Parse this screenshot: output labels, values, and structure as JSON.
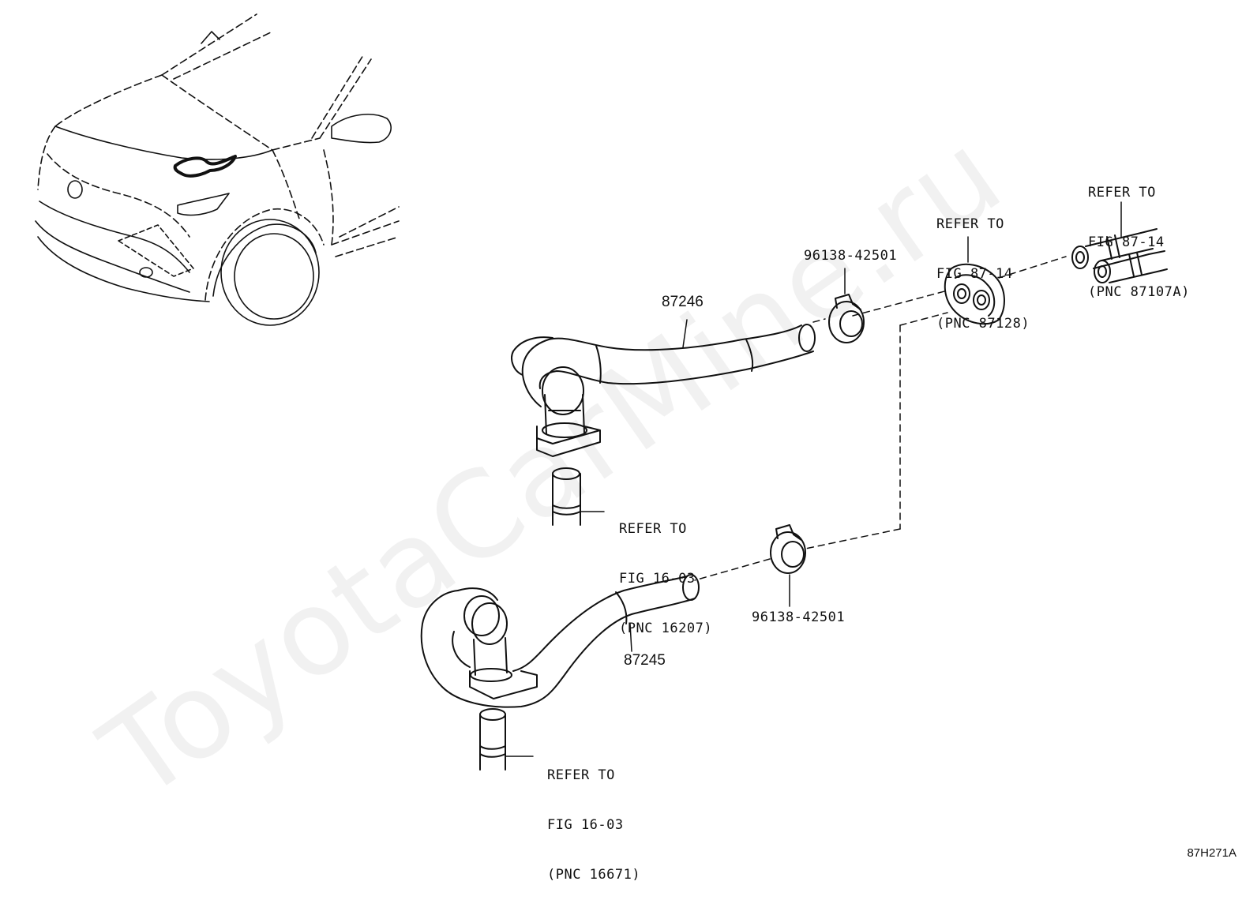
{
  "watermark": "ToyotaCarMine.ru",
  "figure_code": "87H271A",
  "part_numbers": {
    "hose_upper": "87246",
    "hose_lower": "87245",
    "clip_upper": "96138-42501",
    "clip_lower": "96138-42501"
  },
  "references": {
    "ref_87107a": {
      "line1": "REFER TO",
      "line2": "FIG 87-14",
      "line3": "(PNC 87107A)"
    },
    "ref_87128": {
      "line1": "REFER TO",
      "line2": "FIG 87-14",
      "line3": "(PNC 87128)"
    },
    "ref_16207": {
      "line1": "REFER TO",
      "line2": "FIG 16-03",
      "line3": "(PNC 16207)"
    },
    "ref_16671": {
      "line1": "REFER TO",
      "line2": "FIG 16-03",
      "line3": "(PNC 16671)"
    }
  }
}
